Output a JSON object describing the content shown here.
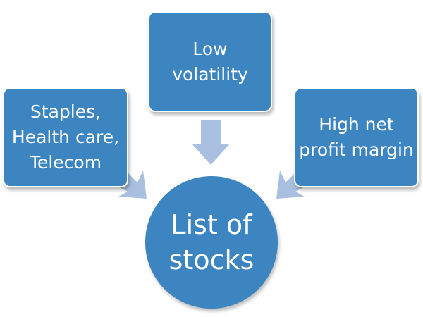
{
  "diagram": {
    "top_box": {
      "label": "Low volatility"
    },
    "left_box": {
      "label": "Staples, Health care, Telecom"
    },
    "right_box": {
      "label": "High net profit margin"
    },
    "center": {
      "label": "List of stocks"
    }
  },
  "colors": {
    "box_fill": "#3d85c0",
    "arrow_fill": "#a9bfdf",
    "text": "#ffffff"
  }
}
